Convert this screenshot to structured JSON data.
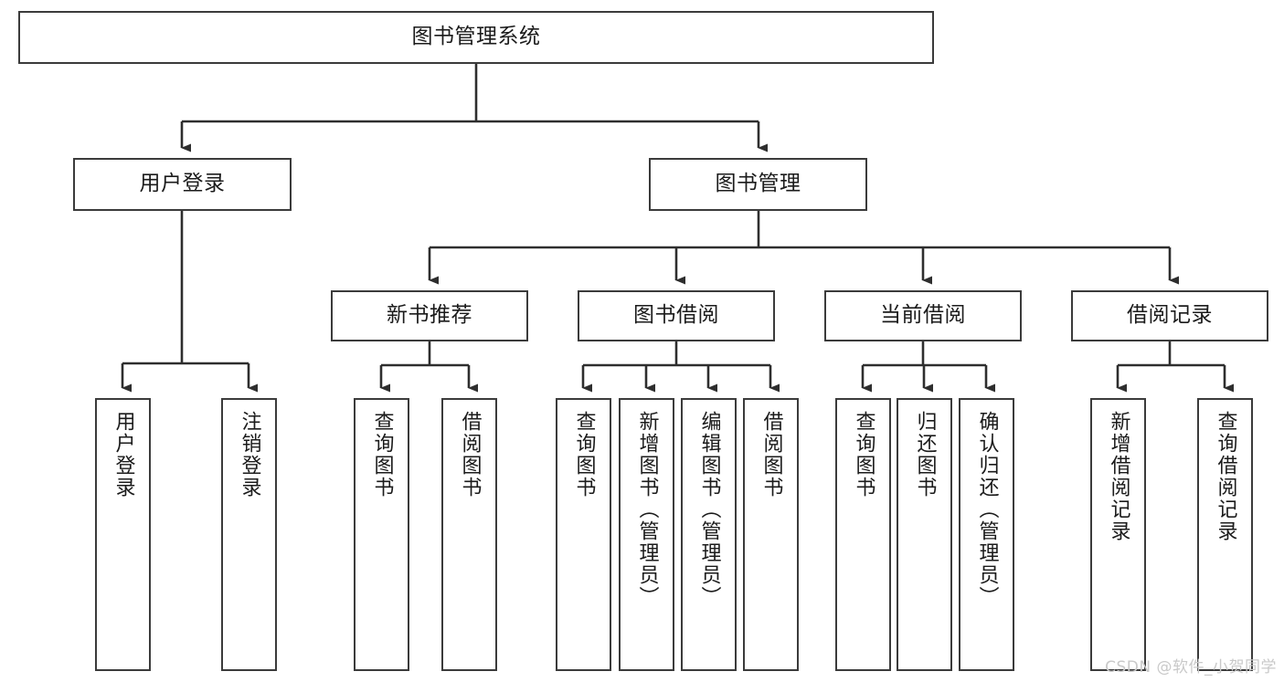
{
  "diagram": {
    "title": "图书管理系统",
    "watermark": "CSDN @软件_小贺同学",
    "line_color": "#3b3b3b",
    "box_border_color": "#3b3b3b",
    "box_fill_color": "#ffffff",
    "text_color": "#1b1b1b",
    "watermark_color": "#c9c9c9"
  },
  "nodes": {
    "root": {
      "label": "图书管理系统"
    },
    "level2": [
      {
        "id": "user_login",
        "label": "用户登录"
      },
      {
        "id": "book_manage",
        "label": "图书管理"
      }
    ],
    "level3": [
      {
        "id": "new_book_rec",
        "label": "新书推荐"
      },
      {
        "id": "book_borrow",
        "label": "图书借阅"
      },
      {
        "id": "current_borrow",
        "label": "当前借阅"
      },
      {
        "id": "borrow_record",
        "label": "借阅记录"
      }
    ],
    "leaves": {
      "user_login": [
        {
          "id": "leaf_user_login",
          "label": "用户登录"
        },
        {
          "id": "leaf_user_logout",
          "label": "注销登录"
        }
      ],
      "new_book_rec": [
        {
          "id": "leaf_query_book_1",
          "label": "查询图书"
        },
        {
          "id": "leaf_borrow_book_1",
          "label": "借阅图书"
        }
      ],
      "book_borrow": [
        {
          "id": "leaf_query_book_2",
          "label": "查询图书"
        },
        {
          "id": "leaf_add_book",
          "label": "新增图书（管理员）"
        },
        {
          "id": "leaf_edit_book",
          "label": "编辑图书（管理员）"
        },
        {
          "id": "leaf_borrow_book_2",
          "label": "借阅图书"
        }
      ],
      "current_borrow": [
        {
          "id": "leaf_query_book_3",
          "label": "查询图书"
        },
        {
          "id": "leaf_return_book",
          "label": "归还图书"
        },
        {
          "id": "leaf_confirm_return",
          "label": "确认归还（管理员）"
        }
      ],
      "borrow_record": [
        {
          "id": "leaf_add_record",
          "label": "新增借阅记录"
        },
        {
          "id": "leaf_query_record",
          "label": "查询借阅记录"
        }
      ]
    }
  }
}
